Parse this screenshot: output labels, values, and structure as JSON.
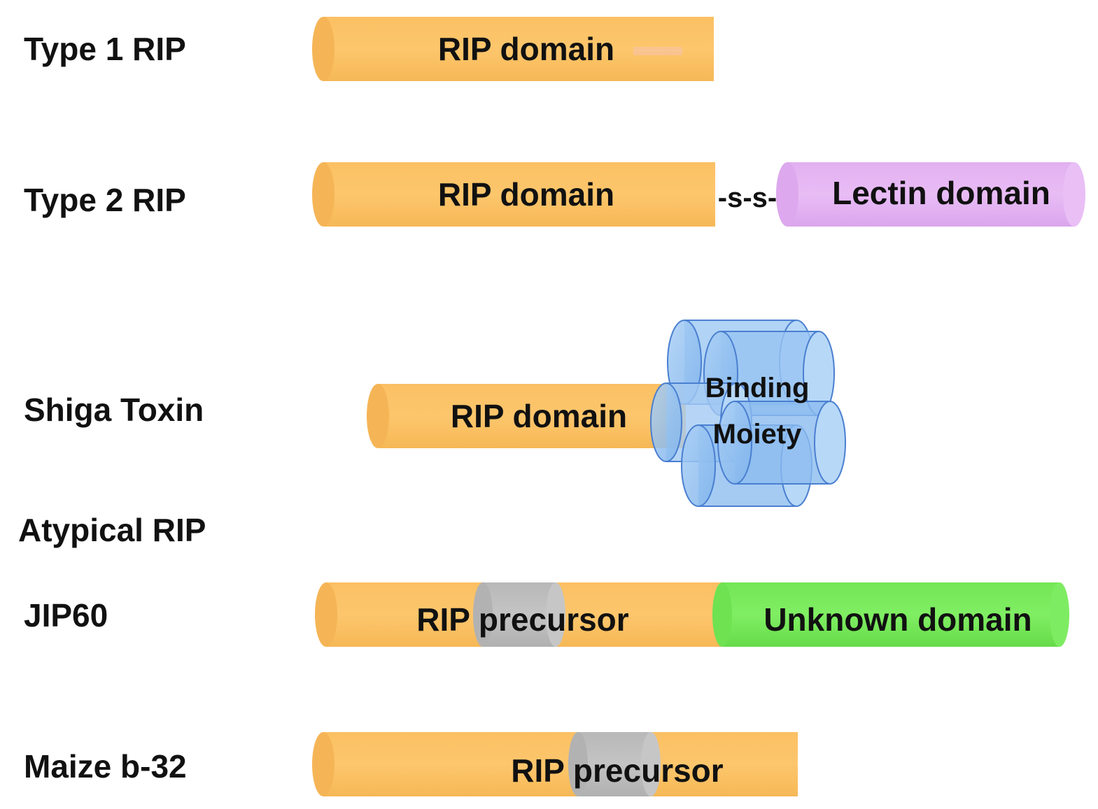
{
  "rows": {
    "type1": {
      "label": "Type 1 RIP",
      "segment": "RIP domain"
    },
    "type2": {
      "label": "Type 2 RIP",
      "segment": "RIP domain",
      "linker": "-s-s-",
      "segment2": "Lectin domain"
    },
    "shiga": {
      "label": "Shiga Toxin",
      "segment": "RIP domain",
      "moiety_line1": "Binding",
      "moiety_line2": "Moiety"
    },
    "atypical": {
      "label": "Atypical RIP"
    },
    "jip60": {
      "label": "JIP60",
      "segment": "RIP precursor",
      "segment2": "Unknown domain"
    },
    "maize": {
      "label": "Maize b-32",
      "segment": "RIP precursor"
    }
  },
  "colors": {
    "rip": "#FDC468",
    "rip_highlight": "#FFD98E",
    "rip_shadow": "#F2B252",
    "lectin": "#E5B4F3",
    "lectin_shadow": "#D9A2EA",
    "unknown": "#78EA5B",
    "unknown_shadow": "#5FD843",
    "linker_gray": "#BDBDBD",
    "binding": "#8DBDF0",
    "binding_stroke": "#4A7FD0",
    "text": "#111111"
  }
}
